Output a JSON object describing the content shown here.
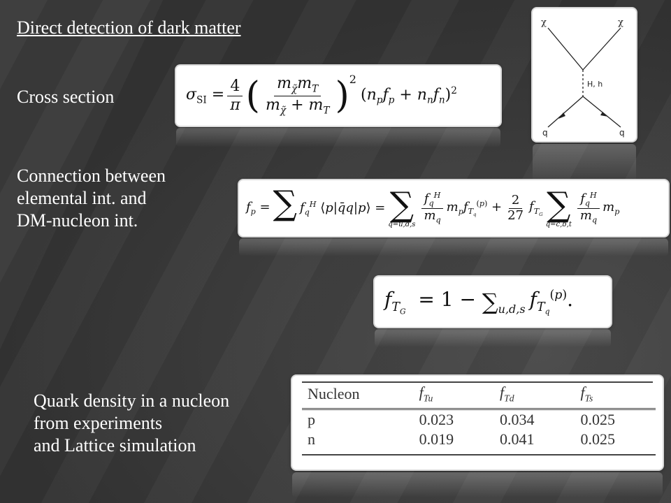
{
  "slide": {
    "title": "Direct detection of dark matter",
    "cross_section_label": "Cross section",
    "connection_label": [
      "Connection between",
      "elemental int. and",
      "DM-nucleon int."
    ],
    "quark_density_label": [
      "Quark density in a nucleon",
      "from experiments",
      "and Lattice simulation"
    ]
  },
  "diagram": {
    "top_left": "χ",
    "top_right": "χ",
    "mediator": "H, h",
    "bottom_left": "q",
    "bottom_right": "q"
  },
  "equations": {
    "sum1_limit": "q=u,d,s",
    "sum2_limit": "q=c,b,t",
    "fraction_2": "2",
    "fraction_27": "27",
    "sum3_limit": "u,d,s"
  },
  "table": {
    "headers": [
      "Nucleon",
      "f_Tu",
      "f_Td",
      "f_Ts"
    ],
    "rows": [
      [
        "p",
        "0.023",
        "0.034",
        "0.025"
      ],
      [
        "n",
        "0.019",
        "0.041",
        "0.025"
      ]
    ]
  }
}
